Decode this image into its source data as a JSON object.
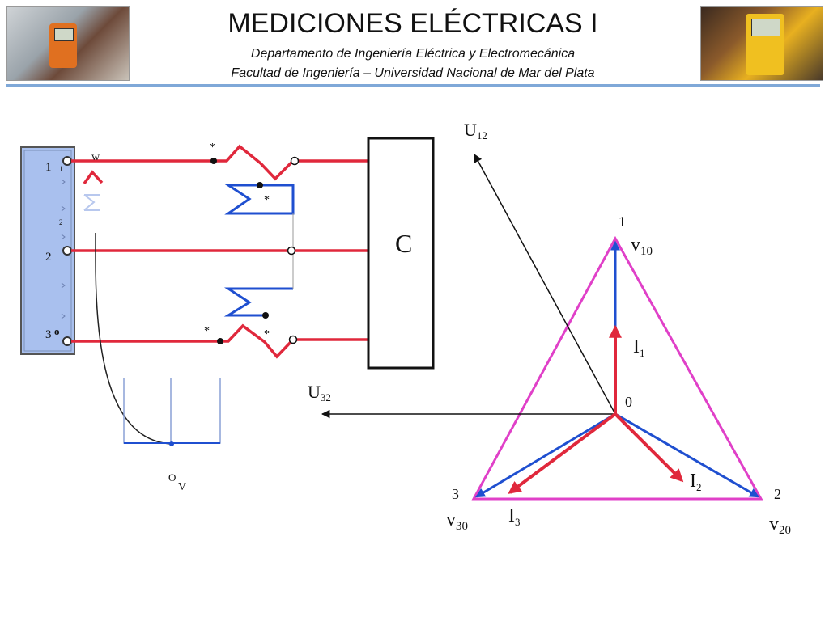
{
  "header": {
    "title": "MEDICIONES ELÉCTRICAS I",
    "subtitle_1": "Departamento de Ingeniería Eléctrica y Electromecánica",
    "subtitle_2": "Facultad de Ingeniería – Universidad Nacional de Mar del Plata"
  },
  "circuit": {
    "terminal_1": "1",
    "terminal_2": "2",
    "terminal_3": "3",
    "terminal_3_mark": "o",
    "small_1": "1",
    "small_2": "2",
    "wattmeter_mark": "w",
    "star": "*",
    "load": "C",
    "voltmeter": "V",
    "voltmeter_mark": "O"
  },
  "phasor": {
    "node_1": "1",
    "node_2": "2",
    "node_3": "3",
    "node_0": "0",
    "u12": {
      "main": "U",
      "sub": "12"
    },
    "u32": {
      "main": "U",
      "sub": "32"
    },
    "v10": {
      "main": "v",
      "sub": "10"
    },
    "v20": {
      "main": "v",
      "sub": "20"
    },
    "v30": {
      "main": "v",
      "sub": "30"
    },
    "i1": {
      "main": "I",
      "sub": "1"
    },
    "i2": {
      "main": "I",
      "sub": "2"
    },
    "i3": {
      "main": "I",
      "sub": "3"
    }
  },
  "colors": {
    "line_red": "#e0283c",
    "coil_blue": "#1f4fd0",
    "triangle_magenta": "#e040c8",
    "panel_blue": "#a9c0ee",
    "header_bar": "#7fa8d8"
  }
}
